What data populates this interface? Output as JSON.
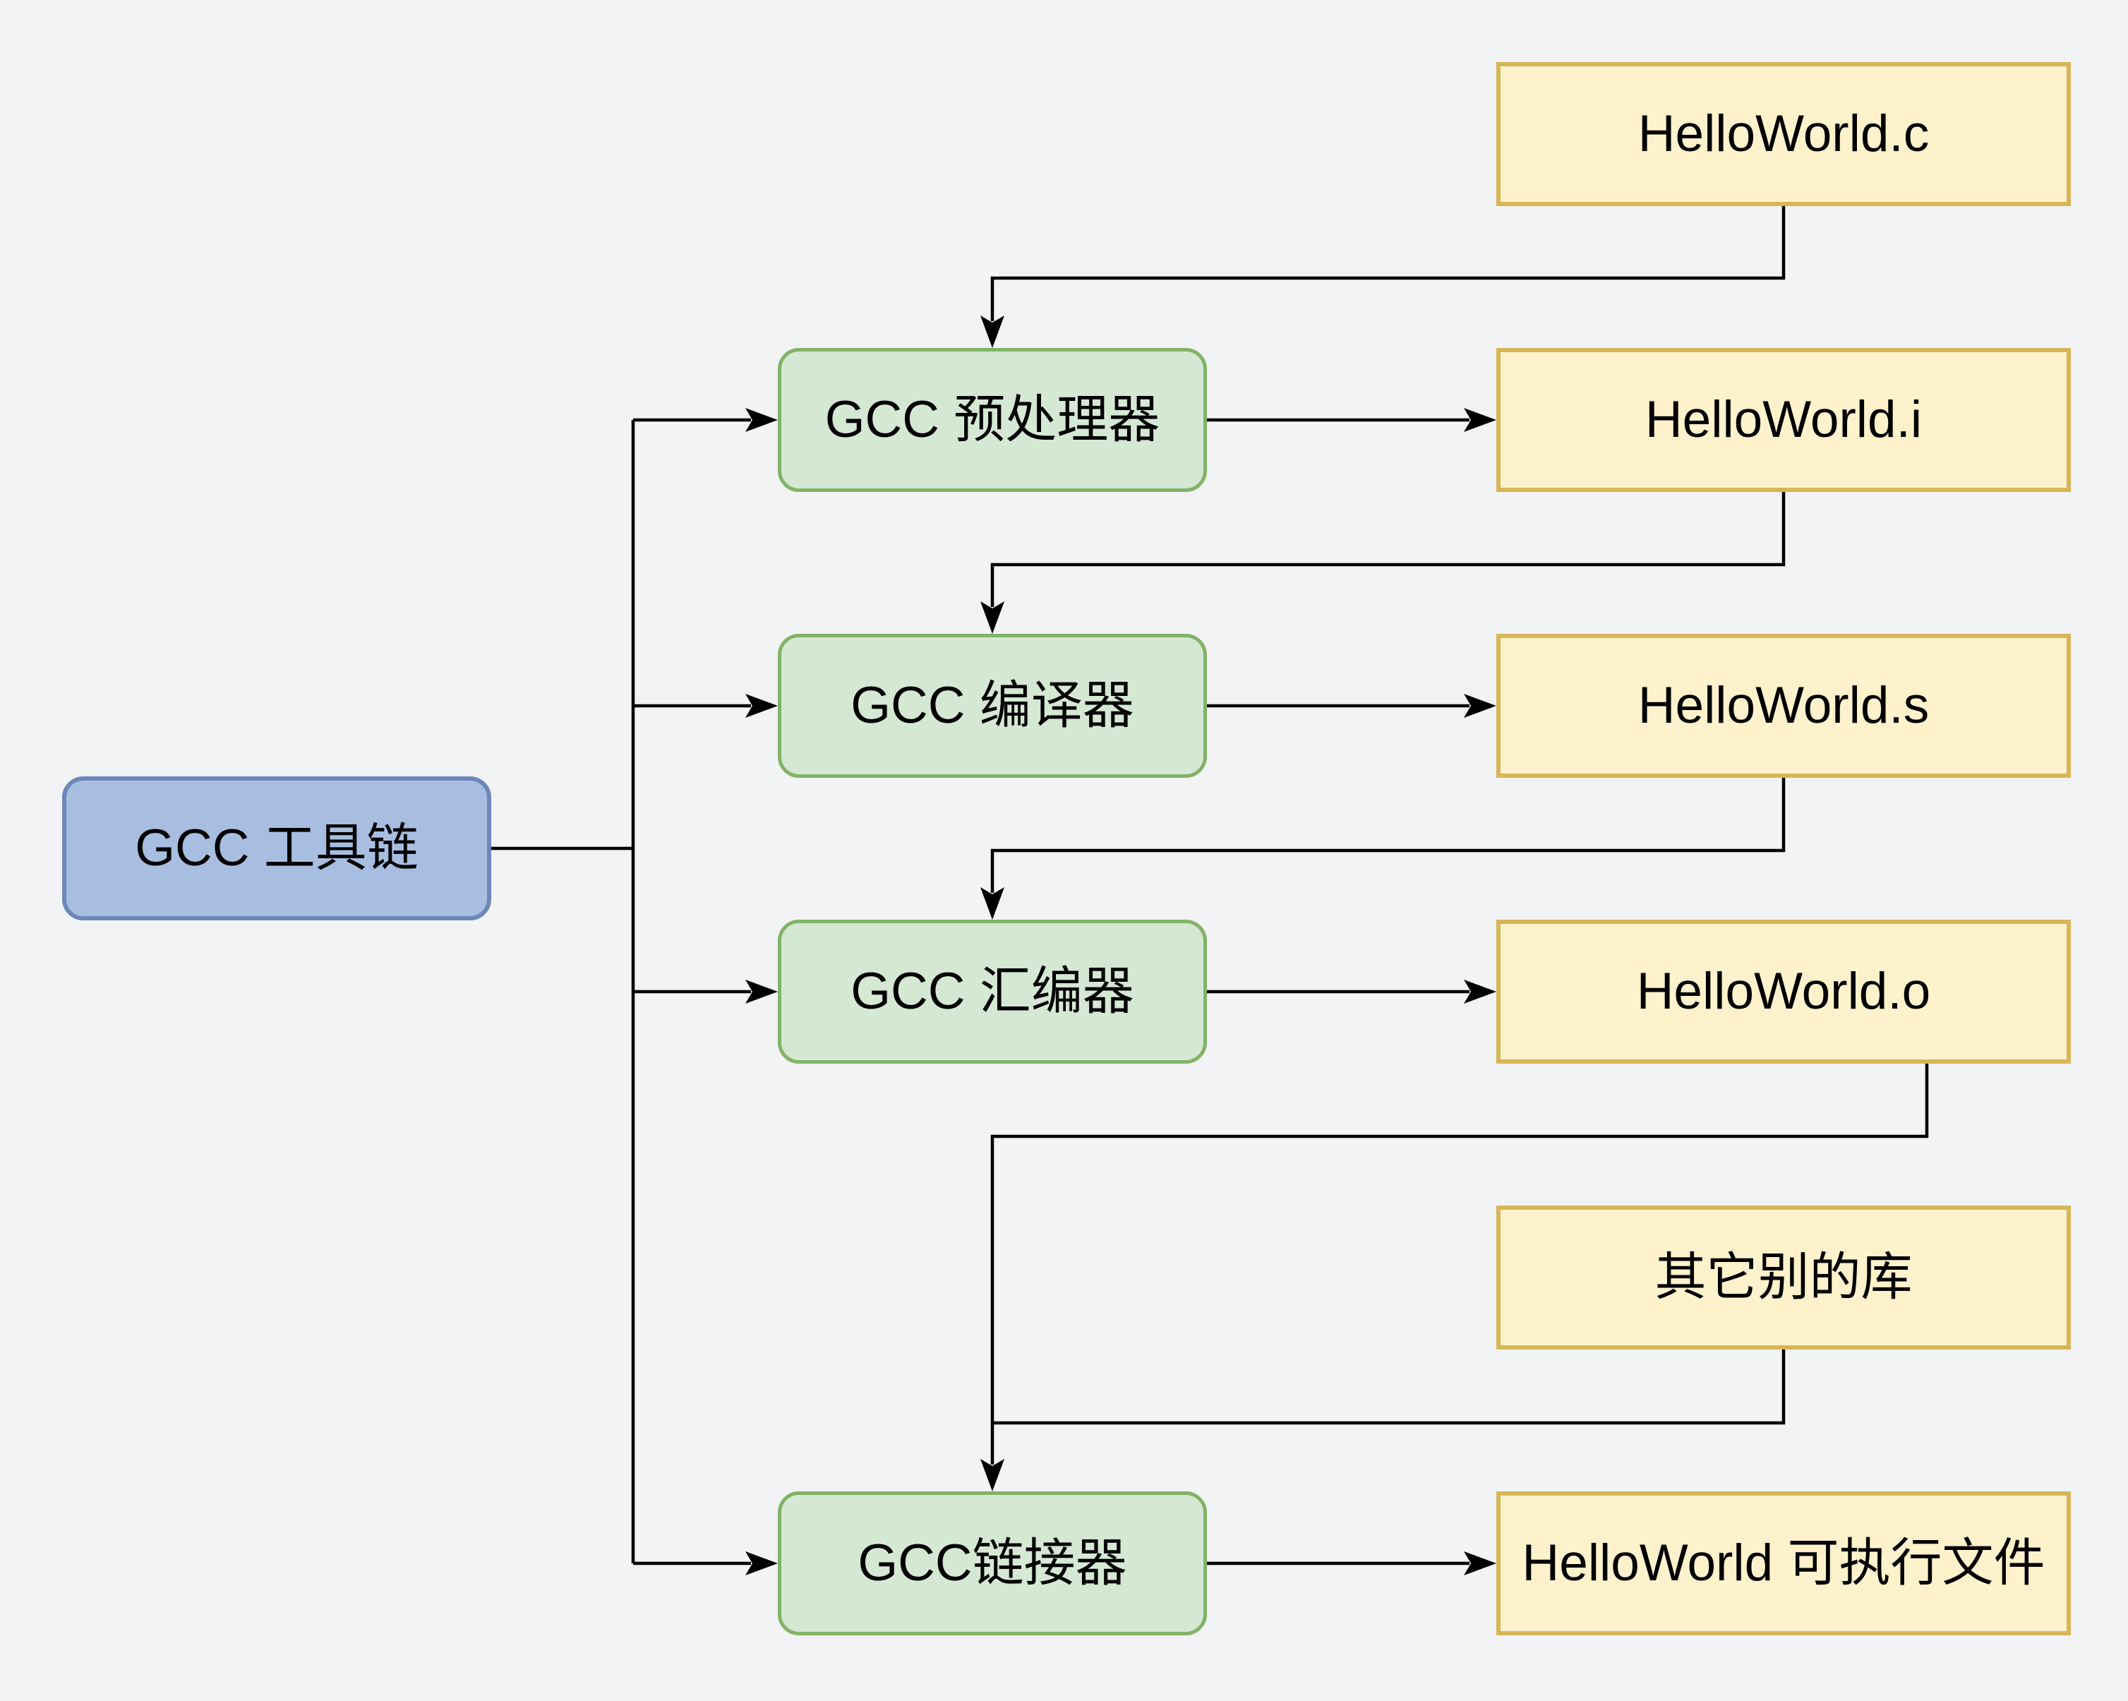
{
  "diagram": {
    "nodes": {
      "toolchain": {
        "label": "GCC 工具链"
      },
      "preprocessor": {
        "label": "GCC 预处理器"
      },
      "compiler": {
        "label": "GCC 编译器"
      },
      "assembler": {
        "label": "GCC 汇编器"
      },
      "linker": {
        "label": "GCC链接器"
      },
      "source_c": {
        "label": "HelloWorld.c"
      },
      "preprocessed_i": {
        "label": "HelloWorld.i"
      },
      "assembly_s": {
        "label": "HelloWorld.s"
      },
      "object_o": {
        "label": "HelloWorld.o"
      },
      "other_libs": {
        "label": "其它别的库"
      },
      "executable": {
        "label": "HelloWorld 可执行文件"
      }
    },
    "edges": [
      {
        "from": "GCC 工具链",
        "to": "GCC 预处理器"
      },
      {
        "from": "GCC 工具链",
        "to": "GCC 编译器"
      },
      {
        "from": "GCC 工具链",
        "to": "GCC 汇编器"
      },
      {
        "from": "GCC 工具链",
        "to": "GCC链接器"
      },
      {
        "from": "HelloWorld.c",
        "to": "GCC 预处理器"
      },
      {
        "from": "GCC 预处理器",
        "to": "HelloWorld.i"
      },
      {
        "from": "HelloWorld.i",
        "to": "GCC 编译器"
      },
      {
        "from": "GCC 编译器",
        "to": "HelloWorld.s"
      },
      {
        "from": "HelloWorld.s",
        "to": "GCC 汇编器"
      },
      {
        "from": "GCC 汇编器",
        "to": "HelloWorld.o"
      },
      {
        "from": "HelloWorld.o",
        "to": "GCC链接器"
      },
      {
        "from": "其它别的库",
        "to": "GCC链接器"
      },
      {
        "from": "GCC链接器",
        "to": "HelloWorld 可执行文件"
      }
    ],
    "colors": {
      "background": "#F2F3F5",
      "toolchain_fill": "#A8BEE1",
      "toolchain_border": "#6C87B8",
      "stage_fill": "#D5E8D4",
      "stage_border": "#82B366",
      "file_fill": "#FDF2CB",
      "file_border": "#D6B656",
      "connector": "#000000",
      "text": "#000000"
    }
  }
}
